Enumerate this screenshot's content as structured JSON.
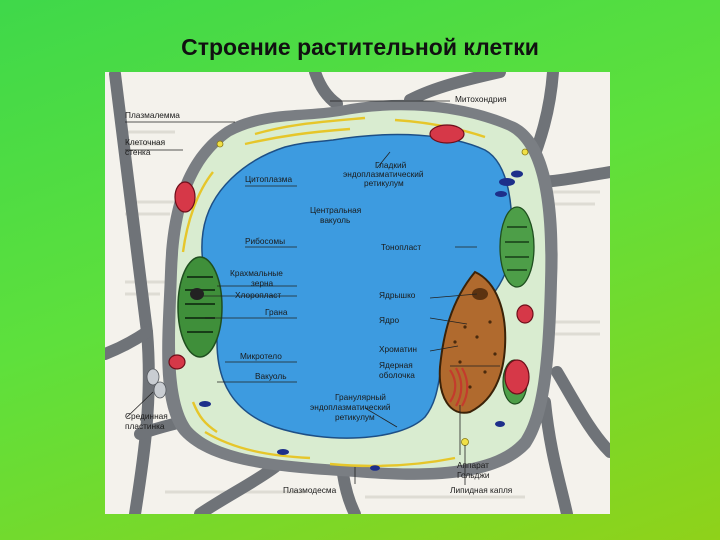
{
  "slide": {
    "title": "Строение растительной клетки"
  },
  "diagram": {
    "labels": {
      "plasmalemma": "Плазмалемма",
      "cell_wall_1": "Клеточная",
      "cell_wall_2": "стенка",
      "cytoplasm": "Цитоплазма",
      "ribosomes": "Рибосомы",
      "starch_1": "Крахмальные",
      "starch_2": "зерна",
      "chloroplast": "Хлоропласт",
      "grana": "Грана",
      "microbody": "Микротело",
      "vacuole": "Вакуоль",
      "middle_lamella_1": "Срединная",
      "middle_lamella_2": "пластинка",
      "plasmodesma": "Плазмодесма",
      "mitochondrion": "Митохондрия",
      "smooth_er_1": "Гладкий",
      "smooth_er_2": "эндоплазматический",
      "smooth_er_3": "ретикулум",
      "central_vacuole_1": "Центральная",
      "central_vacuole_2": "вакуоль",
      "tonoplast": "Тонопласт",
      "nucleolus": "Ядрышко",
      "nucleus": "Ядро",
      "chromatin": "Хроматин",
      "nuclear_envelope_1": "Ядерная",
      "nuclear_envelope_2": "оболочка",
      "rough_er_1": "Гранулярный",
      "rough_er_2": "эндоплазматический",
      "rough_er_3": "ретикулум",
      "golgi_1": "Аппарат",
      "golgi_2": "Гольджи",
      "lipid_drop": "Липидная капля"
    }
  }
}
